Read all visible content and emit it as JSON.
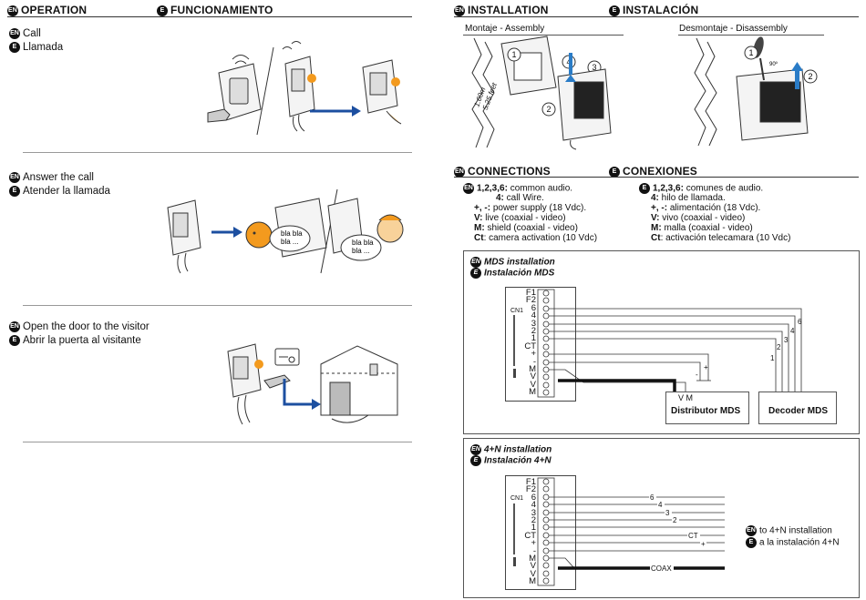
{
  "left": {
    "header_en": "OPERATION",
    "header_es": "FUNCIONAMIENTO",
    "sections": [
      {
        "en": "Call",
        "es": "Llamada"
      },
      {
        "en": "Answer the call",
        "es": "Atender la llamada"
      },
      {
        "en": "Open the door to the visitor",
        "es": "Abrir la puerta al visitante"
      }
    ],
    "speech1": [
      "bla bla",
      "bla ..."
    ],
    "speech2": [
      "bla bla",
      "bla ..."
    ]
  },
  "badges": {
    "en": "EN",
    "es": "E"
  },
  "installation": {
    "header_en": "INSTALLATION",
    "header_es": "INSTALACIÓN",
    "assembly_label": "Montaje - Assembly",
    "disassembly_label": "Desmontaje - Disassembly",
    "height_label": [
      "1.60m",
      "5.25 feet"
    ],
    "steps": [
      "1",
      "2",
      "3",
      "4"
    ],
    "angle": "90º"
  },
  "connections": {
    "header_en": "CONNECTIONS",
    "header_es": "CONEXIONES",
    "en": [
      {
        "key": "1,2,3,6:",
        "text": " common audio."
      },
      {
        "key": "4:",
        "text": " call Wire."
      },
      {
        "key": "+, -:",
        "text": " power supply (18 Vdc)."
      },
      {
        "key": "V:",
        "text": " live (coaxial - video)"
      },
      {
        "key": "M:",
        "text": " shield (coaxial - video)"
      },
      {
        "key": "Ct",
        "text": ": camera activation (10 Vdc)"
      }
    ],
    "es": [
      {
        "key": "1,2,3,6:",
        "text": " comunes de audio."
      },
      {
        "key": "4:",
        "text": " hilo de llamada."
      },
      {
        "key": "+, -:",
        "text": " alimentación (18 Vdc)."
      },
      {
        "key": "V:",
        "text": " vivo (coaxial - video)"
      },
      {
        "key": "M:",
        "text": " malla (coaxial - video)"
      },
      {
        "key": "Ct",
        "text": ": activación telecamara (10 Vdc)"
      }
    ]
  },
  "mds": {
    "title_en": "MDS installation",
    "title_es": "Instalación MDS",
    "cn1": "CN1",
    "terminals": [
      "F1",
      "F2",
      "6",
      "4",
      "3",
      "2",
      "1",
      "CT",
      "+",
      "-",
      "M",
      "V",
      "V",
      "M"
    ],
    "distributor": "Distributor MDS",
    "decoder": "Decoder MDS",
    "vm": "V  M",
    "wire_labels": [
      "6",
      "4",
      "3",
      "2",
      "1",
      "-",
      "+"
    ]
  },
  "fourn": {
    "title_en": "4+N installation",
    "title_es": "Instalación 4+N",
    "cn1": "CN1",
    "terminals": [
      "F1",
      "F2",
      "6",
      "4",
      "3",
      "2",
      "1",
      "CT",
      "+",
      "-",
      "M",
      "V",
      "V",
      "M"
    ],
    "wire_labels": [
      "6",
      "4",
      "3",
      "2",
      "CT",
      "+",
      "COAX"
    ],
    "to_en": "to 4+N installation",
    "to_es": "a la instalación 4+N"
  }
}
